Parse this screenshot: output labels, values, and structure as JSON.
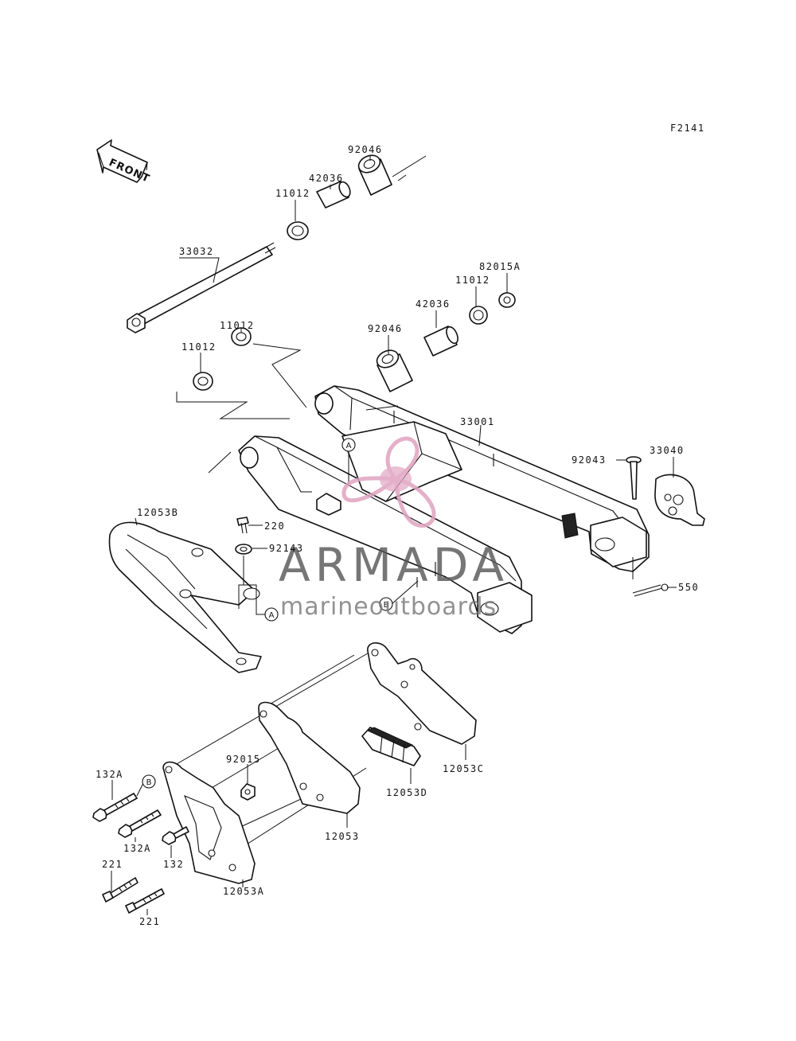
{
  "figure_code": "F2141",
  "direction_label": "FRONT",
  "watermark": {
    "brand": "ARMADA",
    "tagline": "marineoutboards",
    "accent_color": "#e0a3c0"
  },
  "callouts": [
    "A",
    "A",
    "B",
    "B"
  ],
  "parts": {
    "p92046": "92046",
    "p42036_top": "42036",
    "p11012_top": "11012",
    "p33032": "33032",
    "p82015A": "82015A",
    "p11012_right": "11012",
    "p42036_right": "42036",
    "p92046_right": "92046",
    "p11012_left_upper": "11012",
    "p11012_left_lower": "11012",
    "p33001": "33001",
    "p92043": "92043",
    "p33040": "33040",
    "p12053B": "12053B",
    "p220": "220",
    "p92143": "92143",
    "p550": "550",
    "p132A_1": "132A",
    "p132A_2": "132A",
    "p132": "132",
    "p92015": "92015",
    "p221_1": "221",
    "p221_2": "221",
    "p12053A": "12053A",
    "p12053": "12053",
    "p12053D": "12053D",
    "p12053C": "12053C"
  }
}
